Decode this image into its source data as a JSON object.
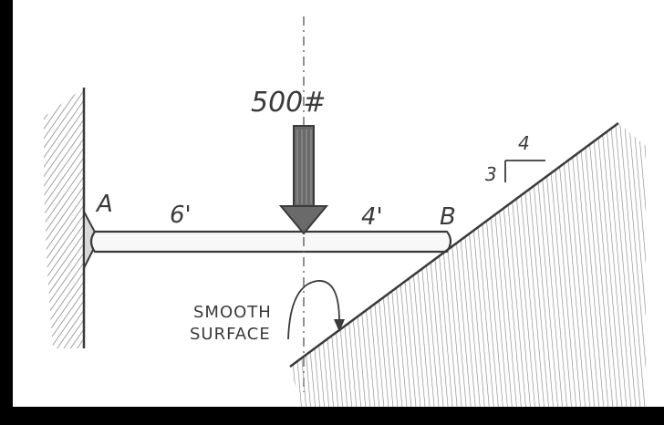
{
  "diagram": {
    "load_label": "500#",
    "point_a_label": "A",
    "point_b_label": "B",
    "span_left_label": "6'",
    "span_right_label": "4'",
    "slope_rise_label": "3",
    "slope_run_label": "4",
    "surface_note_line1": "SMOOTH",
    "surface_note_line2": "SURFACE"
  },
  "colors": {
    "page_border": "#000000",
    "paper": "#ffffff",
    "ink": "#3a3a3a",
    "hatch": "#7a7a7a"
  }
}
